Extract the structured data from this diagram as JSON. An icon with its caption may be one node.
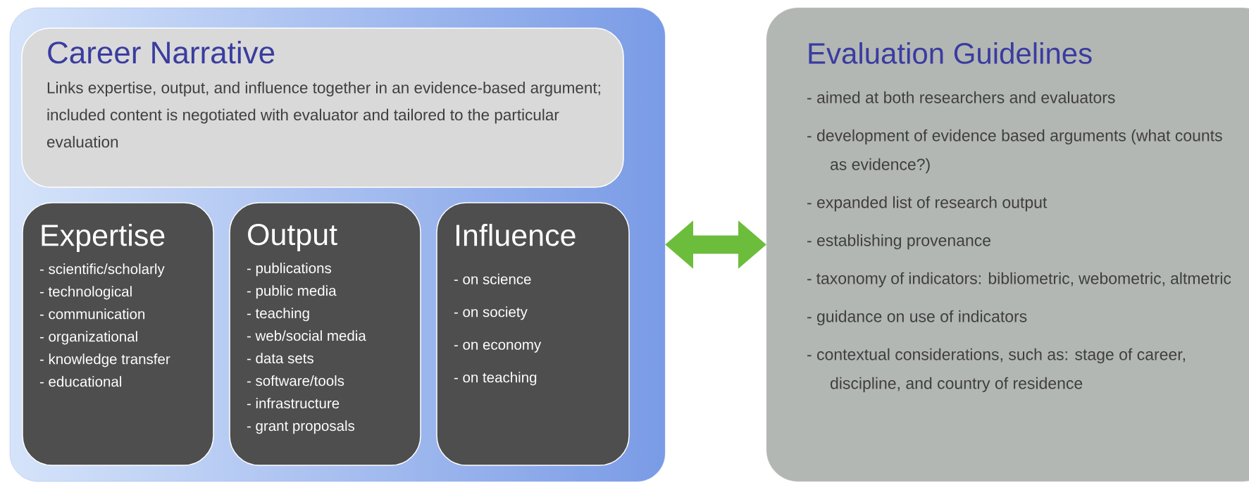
{
  "diagram": {
    "nodes": [
      {
        "text": [],
        "shape": "box"
      },
      {
        "text": [
          "Career Narrative",
          "Links expertise, output, and influence together in an evidence-based argument; included content is negotiated with evaluator and tailored to the particular evaluation"
        ],
        "in": 0
      },
      {
        "text": [
          "Expertise",
          "- scientific/scholarly",
          "- technological",
          "- communication",
          "- organizational",
          "- knowledge transfer",
          "- educational"
        ],
        "in": 0
      },
      {
        "text": [
          "Output",
          "- publications",
          "- public media",
          "- teaching",
          "- web/social media",
          "- data sets",
          "- software/tools",
          "- infrastructure",
          "- grant proposals"
        ],
        "in": 0
      },
      {
        "text": [
          "Influence",
          "- on science",
          "- on society",
          "- on economy",
          "- on teaching"
        ],
        "in": 0
      },
      {
        "text": [
          "Evaluation Guidelines",
          "- aimed at both researchers and evaluators",
          "- development of evidence based arguments (what counts as evidence?)",
          "- expanded list of research output",
          "- establishing provenance",
          "- taxonomy of indicators: bibliometric, webometric, altmetric",
          "- guidance on use of indicators",
          "- contextual considerations, such as: stage of career, discipline, and country of residence"
        ]
      }
    ],
    "edges": [
      {
        "from": 0,
        "to": 5,
        "arrow": "both"
      }
    ]
  }
}
